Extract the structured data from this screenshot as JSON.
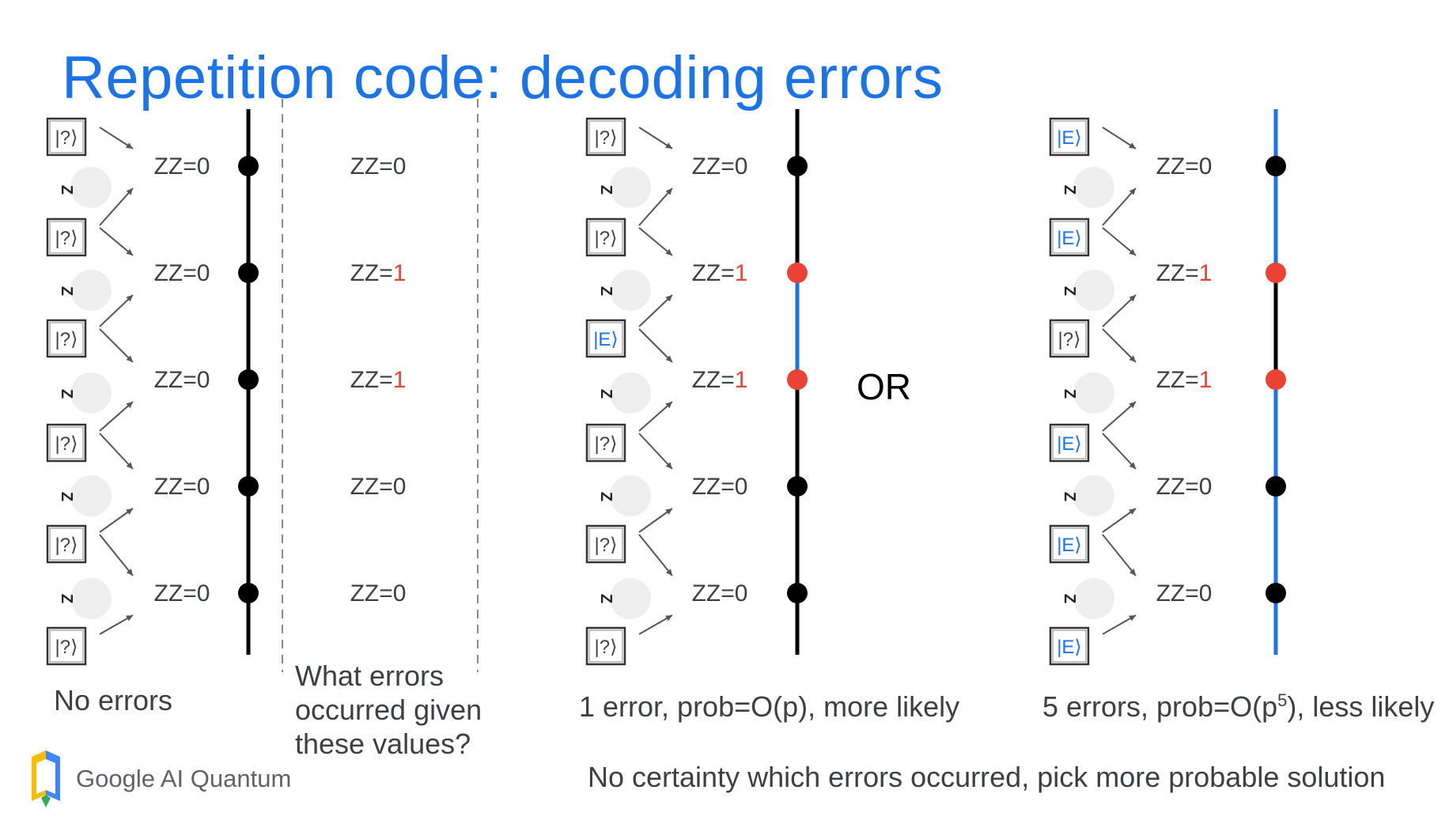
{
  "title": "Repetition code: decoding errors",
  "colors": {
    "accent_blue": "#1a73e8",
    "error_red": "#ea4335",
    "text_gray": "#3c4043",
    "circle_gray": "#eeeeee"
  },
  "labels": {
    "unknown_qubit": "|?⟩",
    "error_qubit": "|E⟩",
    "z_operator": "Z",
    "zz_prefix": "ZZ=",
    "or": "OR"
  },
  "panel_a": {
    "qubits": [
      "?",
      "?",
      "?",
      "?",
      "?",
      "?"
    ],
    "syndromes": [
      "0",
      "0",
      "0",
      "0",
      "0"
    ],
    "chain_segments": [
      "none",
      "none",
      "none",
      "none",
      "none",
      "none"
    ],
    "caption": "No errors"
  },
  "question_column": {
    "syndromes": [
      "0",
      "1",
      "1",
      "0",
      "0"
    ],
    "text": "What errors occurred given these values?"
  },
  "panel_b": {
    "qubits": [
      "?",
      "?",
      "E",
      "?",
      "?",
      "?"
    ],
    "syndromes": [
      "0",
      "1",
      "1",
      "0",
      "0"
    ],
    "chain_segments": [
      "none",
      "none",
      "error",
      "none",
      "none",
      "none"
    ],
    "caption": "1 error, prob=O(p), more likely"
  },
  "panel_c": {
    "qubits": [
      "E",
      "E",
      "?",
      "E",
      "E",
      "E"
    ],
    "syndromes": [
      "0",
      "1",
      "1",
      "0",
      "0"
    ],
    "chain_segments": [
      "error",
      "error",
      "none",
      "error",
      "error",
      "error"
    ],
    "caption_pre": "5 errors, prob=O(p",
    "caption_sup": "5",
    "caption_post": "), less likely"
  },
  "conclusion": "No certainty which errors occurred, pick more probable solution",
  "brand": {
    "name": "Google AI Quantum",
    "logo_icon": "google-ai-quantum-logo-icon"
  }
}
